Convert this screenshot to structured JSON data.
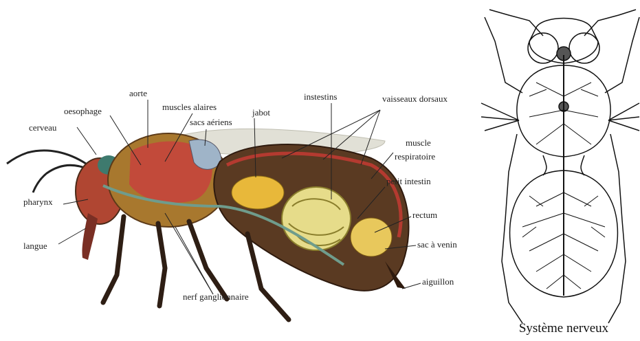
{
  "anatomy": {
    "labels": {
      "cerveau": "cerveau",
      "oesophage": "oesophage",
      "aorte": "aorte",
      "muscles_alaires": "muscles alaires",
      "sacs_aeriens": "sacs aériens",
      "jabot": "jabot",
      "instestins": "instestins",
      "vaisseaux_dorsaux": "vaisseaux dorsaux",
      "muscle": "muscle",
      "respiratoire": "respiratoire",
      "petit_intestin": "petit intestin",
      "rectum": "rectum",
      "sac_a_venin": "sac à venin",
      "aiguillon": "aiguillon",
      "pharynx": "pharynx",
      "langue": "langue",
      "nerf_ganglionnaire": "nerf ganglionnaire"
    }
  },
  "nervous": {
    "caption": "Système nerveux"
  },
  "colors": {
    "thorax_fur": "#a8782e",
    "muscle_red": "#c24a3a",
    "abdomen_dark": "#5a3a22",
    "crop_yellow": "#e8b83a",
    "intestine_cream": "#e6dc8a",
    "cuticle_green": "#6f9c8c",
    "wing_gray": "#d9d6c8"
  }
}
